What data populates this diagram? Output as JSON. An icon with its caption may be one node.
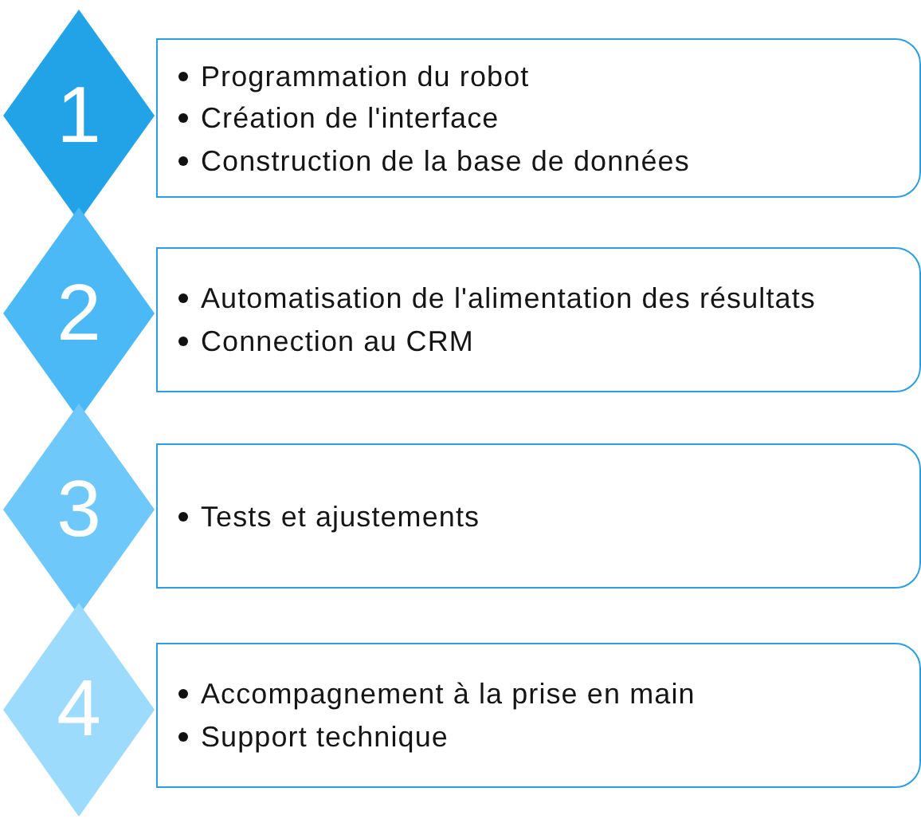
{
  "diagram": {
    "nodes": [
      {
        "text": [
          "1"
        ]
      },
      {
        "text": [
          "Programmation du robot",
          "Création de l'interface",
          "Construction de la base de données"
        ]
      },
      {
        "text": [
          "2"
        ]
      },
      {
        "text": [
          "Automatisation de l'alimentation des résultats",
          "Connection au CRM"
        ]
      },
      {
        "text": [
          "3"
        ]
      },
      {
        "text": [
          "Tests et ajustements"
        ]
      },
      {
        "text": [
          "4"
        ]
      },
      {
        "text": [
          "Accompagnement à la prise en main",
          "Support technique"
        ]
      }
    ]
  }
}
